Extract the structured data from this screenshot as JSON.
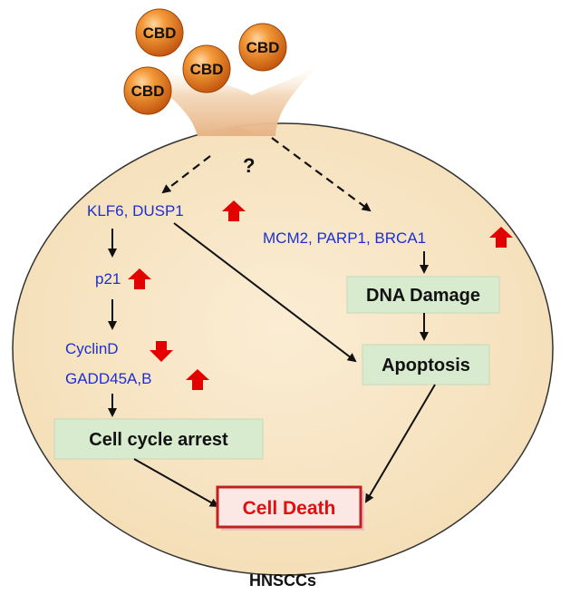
{
  "drug": {
    "label": "CBD",
    "molecule_color": "#e0731d",
    "count": 4
  },
  "unknown_mark": "?",
  "cell": {
    "label": "HNSCCs",
    "fill": "#f7e5c4"
  },
  "genes": {
    "left_up": "KLF6, DUSP1",
    "p21": "p21",
    "cyclin_down": "CyclinD",
    "gadd_up": "GADD45A,B",
    "right_up": "MCM2,  PARP1,  BRCA1"
  },
  "boxes": {
    "dna_damage": "DNA Damage",
    "apoptosis": "Apoptosis",
    "cell_cycle_arrest": "Cell cycle arrest",
    "cell_death": "Cell Death"
  },
  "colors": {
    "gene_text": "#1d2fd0",
    "box_fill": "#d8ebcf",
    "up_arrow": "#e30000",
    "down_arrow": "#e30000",
    "death_text": "#e01010",
    "death_border": "#c02020"
  },
  "icons": {
    "up": "up-arrow-icon",
    "down": "down-arrow-icon"
  }
}
